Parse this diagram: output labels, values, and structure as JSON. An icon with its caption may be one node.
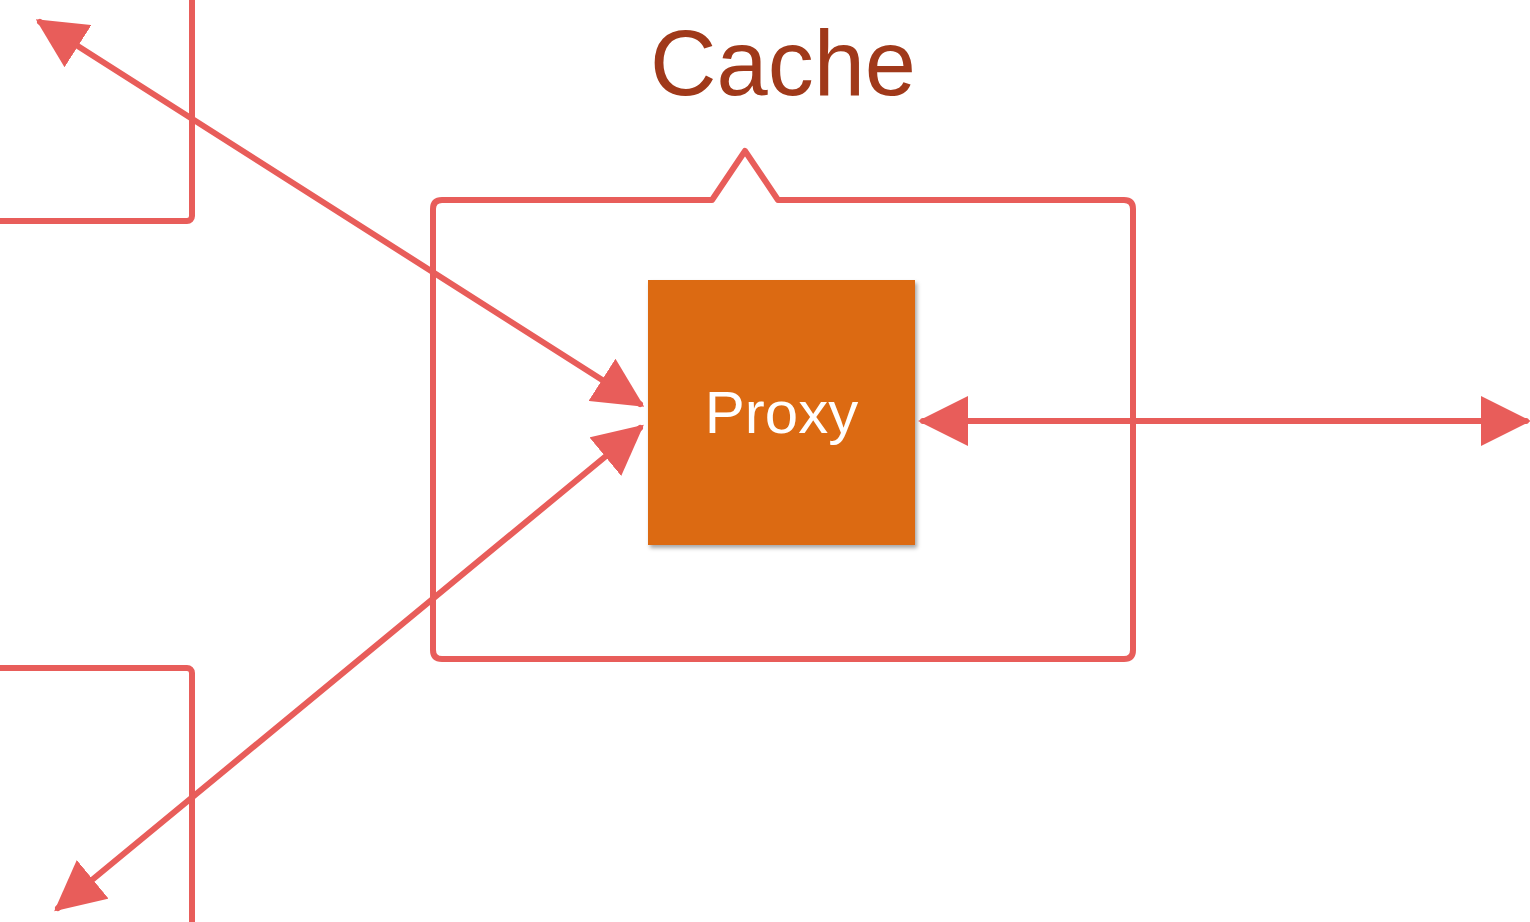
{
  "diagram": {
    "nodes": [
      {
        "text": [],
        "shape": "box"
      },
      {
        "text": [
          "Cache"
        ]
      },
      {
        "text": [
          "Proxy"
        ],
        "in": 1
      },
      {
        "text": [],
        "shape": "box"
      }
    ],
    "edges": [
      {
        "from": 0,
        "to": 2,
        "arrow": "both"
      },
      {
        "from": 2,
        "to": 3,
        "arrow": "both"
      },
      {
        "from": 2,
        "to": null,
        "arrow": "both"
      }
    ]
  }
}
